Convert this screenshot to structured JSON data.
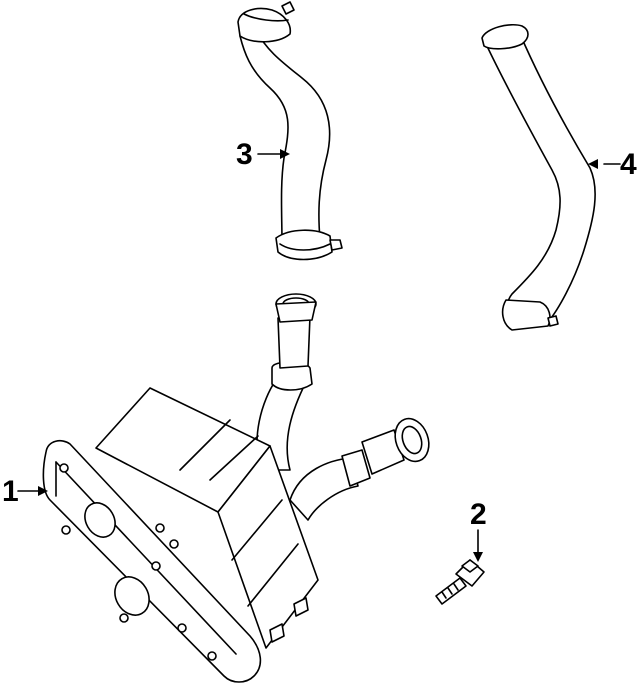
{
  "callouts": {
    "c1": "1",
    "c2": "2",
    "c3": "3",
    "c4": "4"
  },
  "parts": {
    "p1": "oil-cooler",
    "p2": "bolt",
    "p3": "hose",
    "p4": "hose"
  }
}
